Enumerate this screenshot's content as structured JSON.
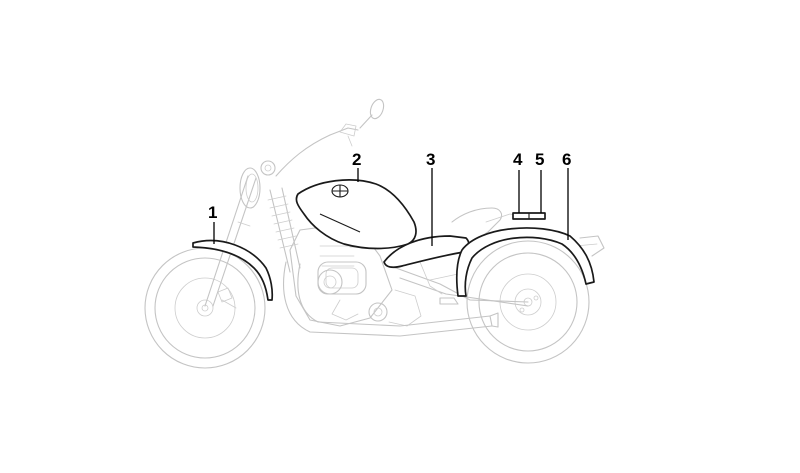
{
  "callouts": [
    {
      "id": "1",
      "label": "1",
      "part": "front-fender"
    },
    {
      "id": "2",
      "label": "2",
      "part": "fuel-tank"
    },
    {
      "id": "3",
      "label": "3",
      "part": "side-panel"
    },
    {
      "id": "4",
      "label": "4",
      "part": "rear-emblem"
    },
    {
      "id": "5",
      "label": "5",
      "part": "rear-emblem-cover"
    },
    {
      "id": "6",
      "label": "6",
      "part": "rear-fender"
    }
  ],
  "colors": {
    "background": "#ffffff",
    "ghost_line": "#c4c4c4",
    "highlight_line": "#1a1a1a",
    "label": "#000000"
  }
}
